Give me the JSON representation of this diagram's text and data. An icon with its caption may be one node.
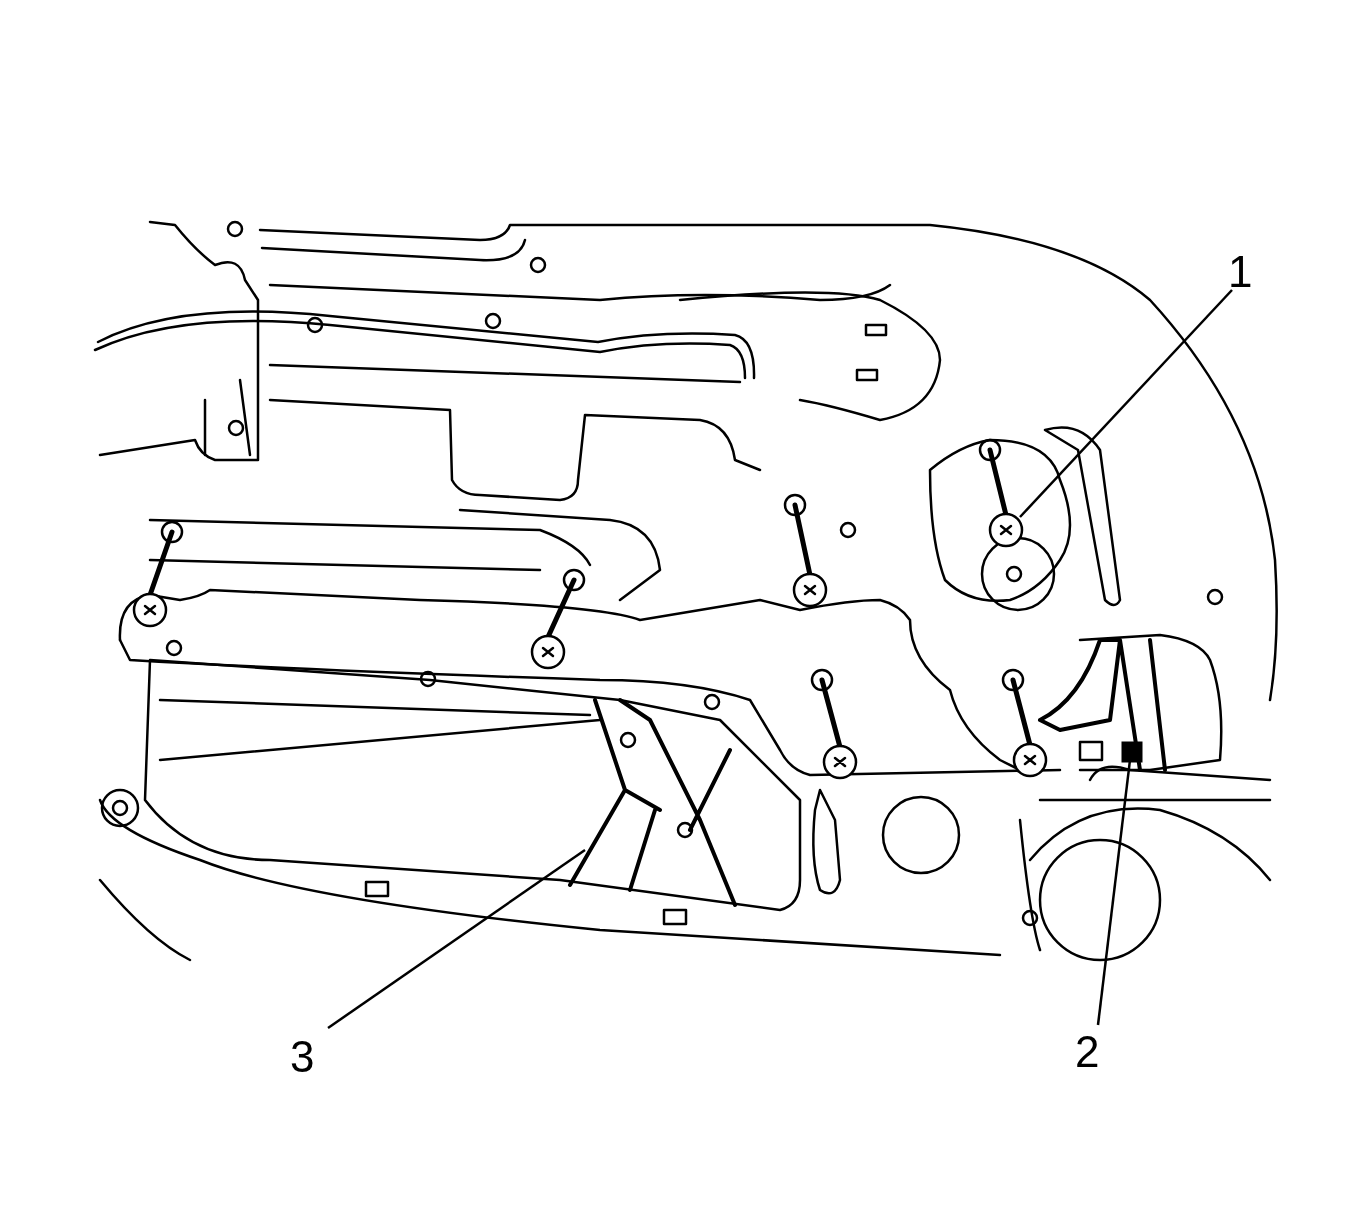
{
  "diagram": {
    "nodes": [
      {
        "text": [
          "1"
        ]
      },
      {
        "text": [],
        "shape": "picture"
      },
      {
        "text": [
          "2"
        ]
      },
      {
        "text": [],
        "shape": "picture"
      },
      {
        "text": [
          "3"
        ]
      },
      {
        "text": [],
        "shape": "picture"
      }
    ],
    "edges": [
      {
        "from": 0,
        "to": 1,
        "arrow": "none"
      },
      {
        "from": 2,
        "to": 3,
        "arrow": "none"
      },
      {
        "from": 4,
        "to": 5,
        "arrow": "none"
      }
    ]
  }
}
